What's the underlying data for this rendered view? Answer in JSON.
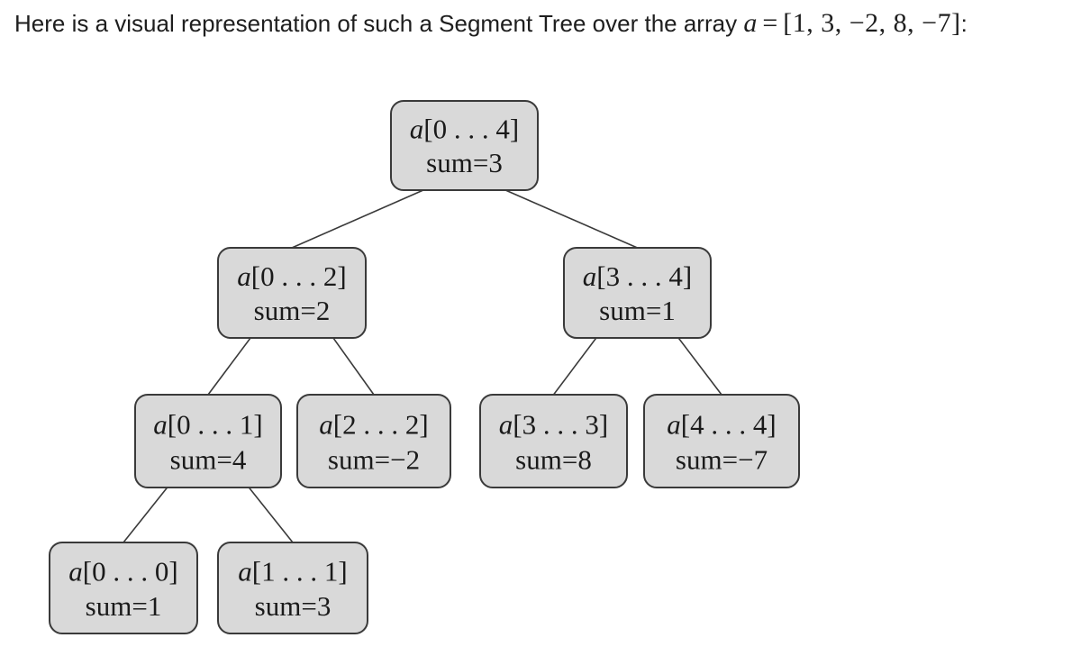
{
  "intro": {
    "text": "Here is a visual representation of such a Segment Tree over the array",
    "var": "a",
    "eq": "=",
    "array": "[1, 3, −2, 8, −7]",
    "tail": ":"
  },
  "tree": {
    "nodes": [
      {
        "id": "n04",
        "var": "a",
        "range": "[0 . . . 4]",
        "sum": "sum=3"
      },
      {
        "id": "n02",
        "var": "a",
        "range": "[0 . . . 2]",
        "sum": "sum=2"
      },
      {
        "id": "n34",
        "var": "a",
        "range": "[3 . . . 4]",
        "sum": "sum=1"
      },
      {
        "id": "n01",
        "var": "a",
        "range": "[0 . . . 1]",
        "sum": "sum=4"
      },
      {
        "id": "n22",
        "var": "a",
        "range": "[2 . . . 2]",
        "sum": "sum=−2"
      },
      {
        "id": "n33",
        "var": "a",
        "range": "[3 . . . 3]",
        "sum": "sum=8"
      },
      {
        "id": "n44",
        "var": "a",
        "range": "[4 . . . 4]",
        "sum": "sum=−7"
      },
      {
        "id": "n00",
        "var": "a",
        "range": "[0 . . . 0]",
        "sum": "sum=1"
      },
      {
        "id": "n11",
        "var": "a",
        "range": "[1 . . . 1]",
        "sum": "sum=3"
      }
    ],
    "edges": [
      [
        "n04",
        "n02"
      ],
      [
        "n04",
        "n34"
      ],
      [
        "n02",
        "n01"
      ],
      [
        "n02",
        "n22"
      ],
      [
        "n34",
        "n33"
      ],
      [
        "n34",
        "n44"
      ],
      [
        "n01",
        "n00"
      ],
      [
        "n01",
        "n11"
      ]
    ]
  }
}
